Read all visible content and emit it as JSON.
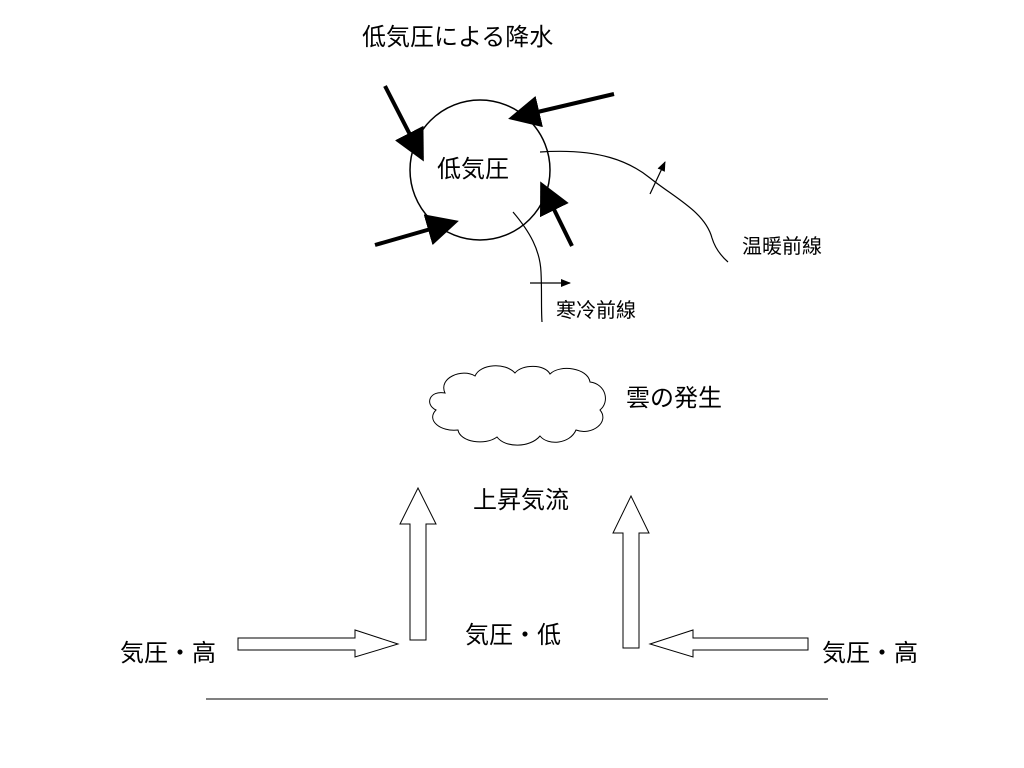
{
  "title": "低気圧による降水",
  "labels": {
    "low_pressure": "低気圧",
    "warm_front": "温暖前線",
    "cold_front": "寒冷前線",
    "cloud_formation": "雲の発生",
    "updraft": "上昇気流",
    "pressure_low": "気圧・低",
    "pressure_high_left": "気圧・高",
    "pressure_high_right": "気圧・高"
  },
  "colors": {
    "stroke": "#000000",
    "background": "#ffffff"
  }
}
